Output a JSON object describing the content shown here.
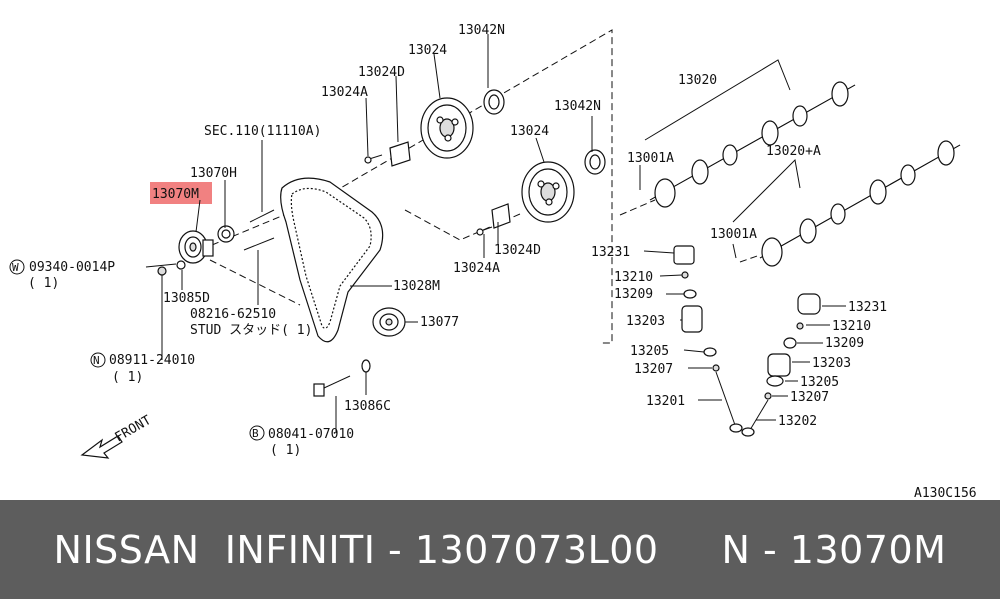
{
  "highlight_label": "13070M",
  "labels": {
    "13042N_top": "13042N",
    "13024_top": "13024",
    "13024D_top": "13024D",
    "13024A_top": "13024A",
    "sec110": "SEC.110(11110A)",
    "13070H": "13070H",
    "13070M": "13070M",
    "09340": "09340-0014P",
    "qty_09340": "( 1)",
    "13085D": "13085D",
    "08216": "08216-62510",
    "stud": "STUD スタッド( 1)",
    "08911": "08911-24010",
    "qty_08911": "( 1)",
    "13028M": "13028M",
    "13077": "13077",
    "13086C": "13086C",
    "08041": "08041-07010",
    "qty_08041": "( 1)",
    "front": "FRONT",
    "13042N_mid": "13042N",
    "13024_mid": "13024",
    "13024D_mid": "13024D",
    "13024A_mid": "13024A",
    "13020": "13020",
    "13001A_a": "13001A",
    "13020A": "13020+A",
    "13001A_b": "13001A",
    "13231_a": "13231",
    "13210_a": "13210",
    "13209_a": "13209",
    "13203_a": "13203",
    "13205_a": "13205",
    "13207_a": "13207",
    "13201": "13201",
    "13231_b": "13231",
    "13210_b": "13210",
    "13209_b": "13209",
    "13203_b": "13203",
    "13205_b": "13205",
    "13207_b": "13207",
    "13202": "13202",
    "ref_code": "A130C156",
    "badge_W": "W",
    "badge_N": "N",
    "badge_B": "B"
  },
  "footer": {
    "text": "NISSAN  INFINITI - 1307073L00     N - 13070M"
  }
}
